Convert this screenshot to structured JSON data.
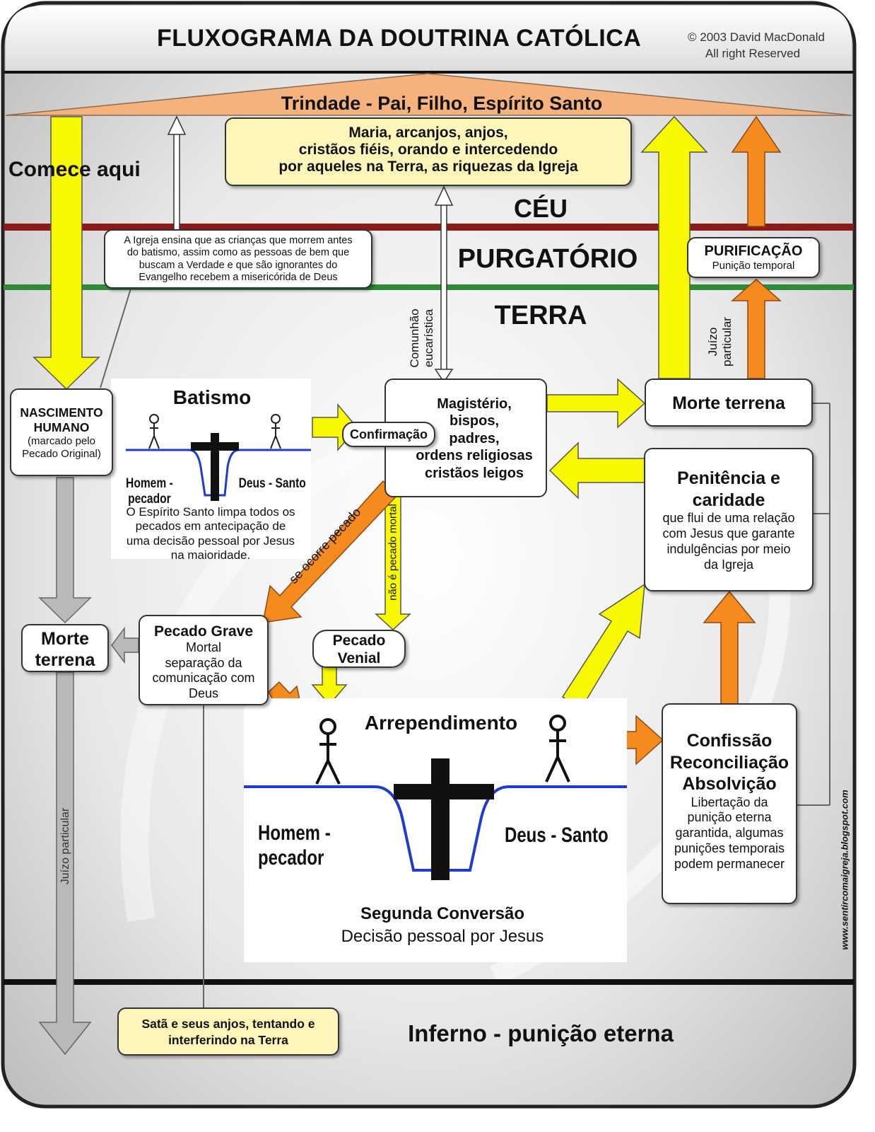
{
  "title": "FLUXOGRAMA DA DOUTRINA CATÓLICA",
  "copyright": [
    "© 2003 David MacDonald",
    "All right Reserved"
  ],
  "trinity": "Trindade - Pai, Filho, Espírito Santo",
  "start_here": "Comece aqui",
  "saints_box": [
    "Maria, arcanjos, anjos,",
    "cristãos fiéis, orando e intercedendo",
    "por aqueles na Terra, as riquezas da Igreja"
  ],
  "realms": {
    "heaven": "CÉU",
    "purgatory": "PURGATÓRIO",
    "earth": "TERRA",
    "hell": "Inferno - punição eterna"
  },
  "church_teaches": [
    "A Igreja ensina que as crianças que morrem antes",
    "do batismo, assim como as pessoas de bem que",
    "buscam a Verdade e que são ignorantes do",
    "Evangelho recebem a misericórida de Deus"
  ],
  "purification": {
    "title": "PURIFICAÇÃO",
    "sub": "Punição temporal"
  },
  "communion": [
    "Comunhão",
    "eucarística"
  ],
  "judgment_particular": [
    "Juízo",
    "particular"
  ],
  "judgment_left": "Juízo particular",
  "birth": {
    "title": [
      "NASCIMENTO",
      "HUMANO"
    ],
    "sub": [
      "(marcado pelo",
      "Pecado Original)"
    ]
  },
  "baptism": {
    "title": "Batismo",
    "left": "Homem - pecador",
    "right": "Deus - Santo",
    "text": [
      "O Espírito Santo limpa todos os",
      "pecados em antecipação de",
      "uma decisão pessoal por Jesus",
      "na maioridade."
    ]
  },
  "confirmation": "Confirmação",
  "magisterium": [
    "Magistério,",
    "bispos,",
    "padres,",
    "ordens religiosas",
    "cristãos leigos"
  ],
  "earthly_death_right": "Morte terrena",
  "earthly_death_left": [
    "Morte",
    "terrena"
  ],
  "penance": {
    "title": [
      "Penitência e",
      "caridade"
    ],
    "text": [
      "que flui de uma relação",
      "com Jesus que garante",
      "indulgências por meio",
      "da Igreja"
    ]
  },
  "if_sin": "se ocorre pecado",
  "not_mortal": "não é pecado mortal",
  "grave_sin": {
    "title": "Pecado Grave",
    "text": [
      "Mortal",
      "separação da",
      "comunicação com",
      "Deus"
    ]
  },
  "venial": [
    "Pecado",
    "Venial"
  ],
  "repentance": {
    "title": "Arrependimento",
    "left": "Homem - pecador",
    "right": "Deus - Santo",
    "sub_title": "Segunda Conversão",
    "sub_text": "Decisão pessoal por Jesus"
  },
  "confession": {
    "title": [
      "Confissão",
      "Reconciliação",
      "Absolvição"
    ],
    "text": [
      "Libertação da",
      "punição eterna",
      "garantida, algumas",
      "punições temporais",
      "podem permanecer"
    ]
  },
  "website": "www.sentircomaigreja.blogspot.com",
  "satan": [
    "Satã e seus anjos, tentando e",
    "interferindo na Terra"
  ],
  "colors": {
    "yellow_arrow": "#f8f800",
    "orange_arrow": "#f58a1e",
    "gray_arrow": "#b9b9b9",
    "red_line": "#8b1a1a",
    "green_line": "#2e8b3a",
    "trinity_fill": "#f6b27c",
    "blue_line": "#1e3ccf"
  }
}
